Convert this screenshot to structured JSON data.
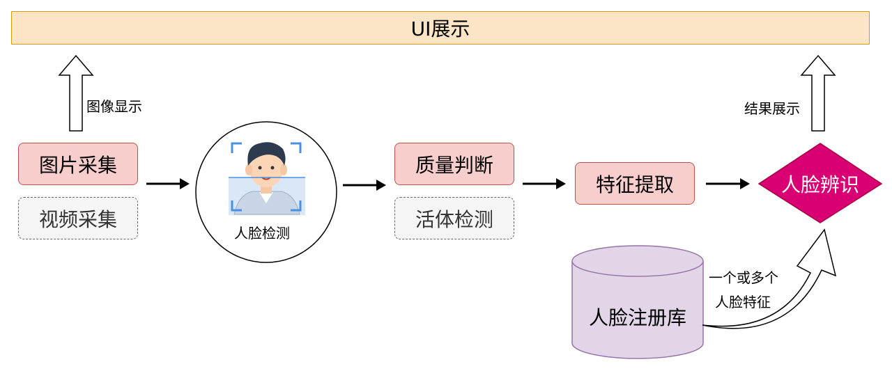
{
  "ui_display": "UI展示",
  "image_display_label": "图像显示",
  "result_display_label": "结果展示",
  "image_capture": "图片采集",
  "video_capture": "视频采集",
  "face_detection": "人脸检测",
  "quality_judgment": "质量判断",
  "liveness_detection": "活体检测",
  "feature_extraction": "特征提取",
  "face_recognition": "人脸辨识",
  "face_registry": "人脸注册库",
  "features_label_line1": "一个或多个",
  "features_label_line2": "人脸特征",
  "colors": {
    "banner_fill": "#fce5c6",
    "banner_border": "#d79b00",
    "process_fill": "#f8cecc",
    "process_border": "#b85450",
    "diamond_fill": "#d80073",
    "cylinder_fill": "#e1d5e7",
    "cylinder_border": "#9673a6"
  }
}
